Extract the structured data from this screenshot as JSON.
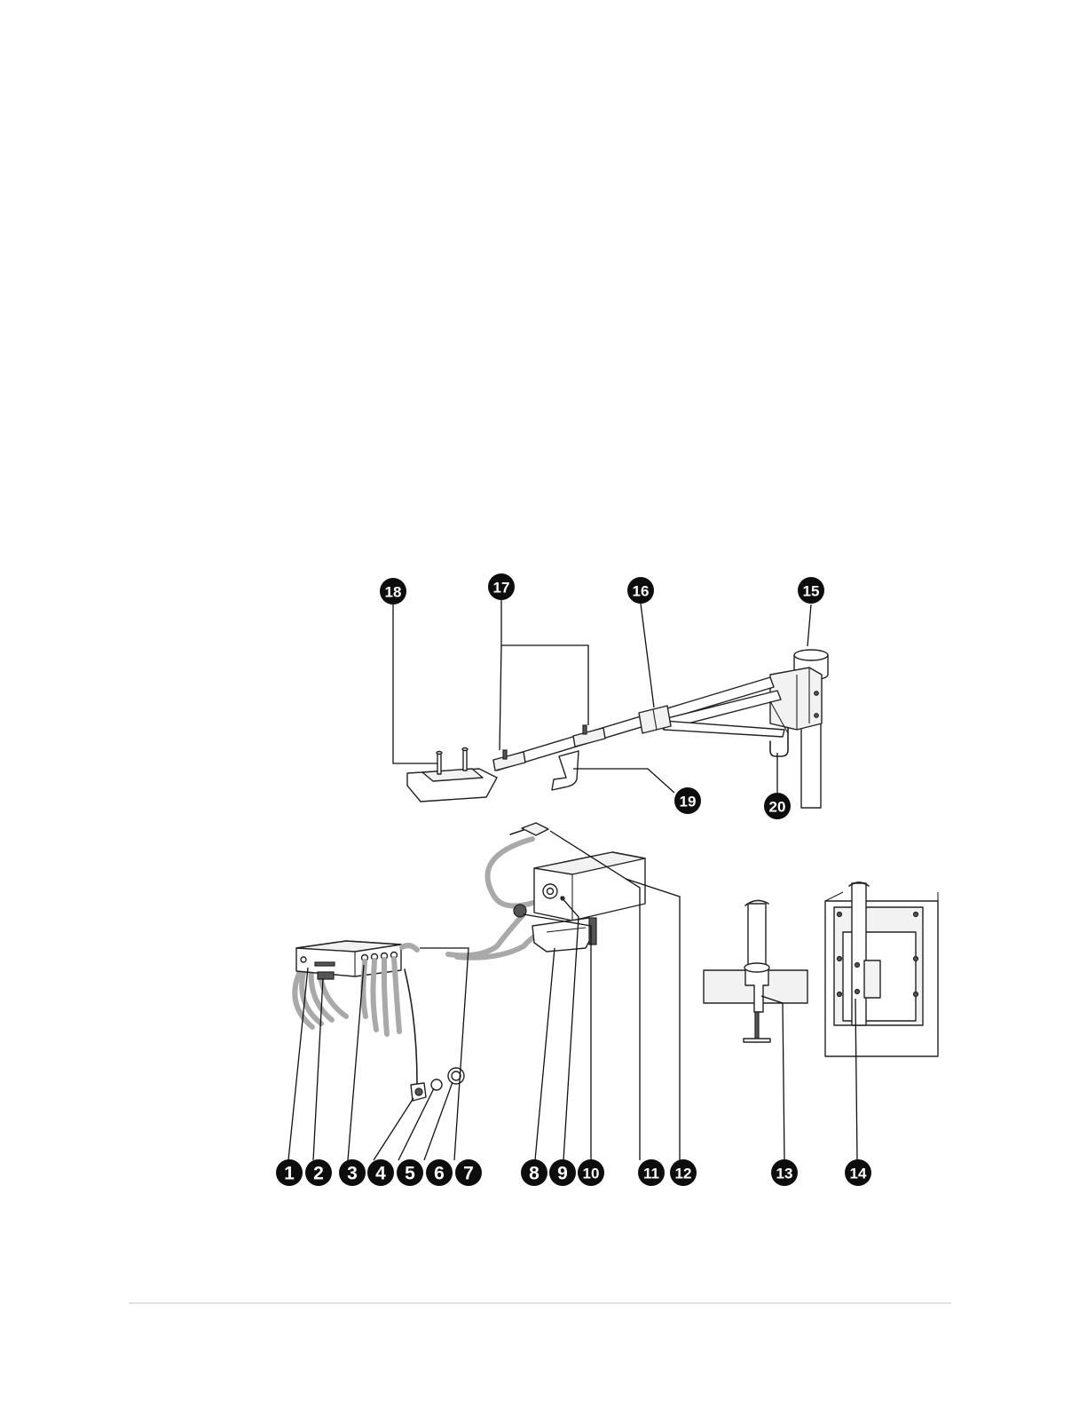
{
  "figure": {
    "callouts": [
      {
        "id": "1",
        "label": "1"
      },
      {
        "id": "2",
        "label": "2"
      },
      {
        "id": "3",
        "label": "3"
      },
      {
        "id": "4",
        "label": "4"
      },
      {
        "id": "5",
        "label": "5"
      },
      {
        "id": "6",
        "label": "6"
      },
      {
        "id": "7",
        "label": "7"
      },
      {
        "id": "8",
        "label": "8"
      },
      {
        "id": "9",
        "label": "9"
      },
      {
        "id": "10",
        "label": "10"
      },
      {
        "id": "11",
        "label": "11"
      },
      {
        "id": "12",
        "label": "12"
      },
      {
        "id": "13",
        "label": "13"
      },
      {
        "id": "14",
        "label": "14"
      },
      {
        "id": "15",
        "label": "15"
      },
      {
        "id": "16",
        "label": "16"
      },
      {
        "id": "17",
        "label": "17"
      },
      {
        "id": "18",
        "label": "18"
      },
      {
        "id": "19",
        "label": "19"
      },
      {
        "id": "20",
        "label": "20"
      }
    ]
  }
}
